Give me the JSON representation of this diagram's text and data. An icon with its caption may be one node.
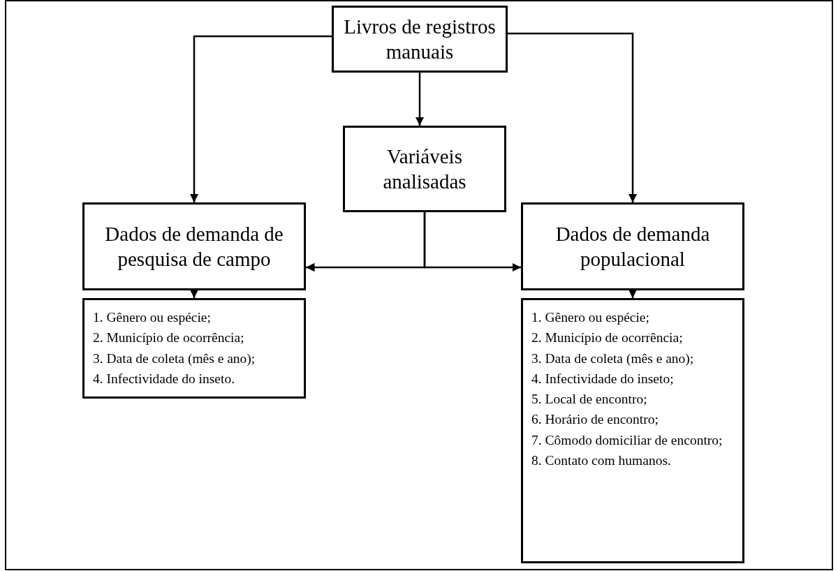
{
  "diagram": {
    "nodes": [
      {
        "text": [
          "Livros de registros manuais"
        ]
      },
      {
        "text": [
          "Variáveis analisadas"
        ]
      },
      {
        "text": [
          "Dados de demanda de pesquisa de campo"
        ]
      },
      {
        "text": [
          "Dados de demanda populacional"
        ]
      },
      {
        "text": [
          "1. Gênero ou espécie;",
          "2. Município de ocorrência;",
          "3. Data de coleta (mês e ano);",
          "4. Infectividade do inseto."
        ]
      },
      {
        "text": [
          "1. Gênero ou espécie;",
          "2. Município de ocorrência;",
          "3. Data de coleta (mês e ano);",
          "4. Infectividade do inseto;",
          "5. Local de encontro;",
          "6. Horário de encontro;",
          "7. Cômodo domiciliar de encontro;",
          "8. Contato com humanos."
        ]
      }
    ],
    "edges": [
      {
        "from": 0,
        "to": 2,
        "arrow": "to"
      },
      {
        "from": 0,
        "to": 3,
        "arrow": "to"
      },
      {
        "from": 0,
        "to": 1,
        "arrow": "to"
      },
      {
        "from": 1,
        "to": 2,
        "arrow": "to"
      },
      {
        "from": 1,
        "to": 3,
        "arrow": "to"
      },
      {
        "from": 2,
        "to": 4,
        "arrow": "to"
      },
      {
        "from": 3,
        "to": 5,
        "arrow": "to"
      }
    ]
  }
}
